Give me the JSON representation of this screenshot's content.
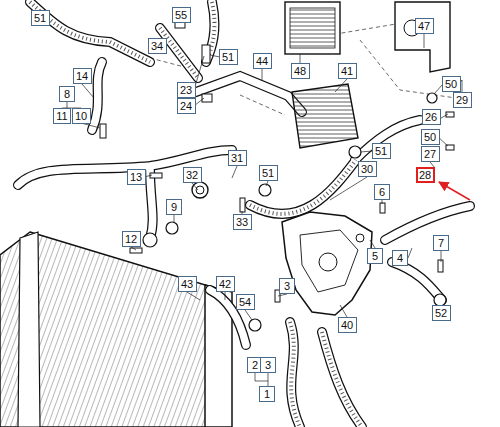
{
  "diagram": {
    "nodes": [
      {
        "text": [
          "51"
        ]
      },
      {
        "text": [
          "55"
        ]
      },
      {
        "text": [
          "34"
        ]
      },
      {
        "text": [
          "51"
        ]
      },
      {
        "text": [
          "14"
        ]
      },
      {
        "text": [
          "8"
        ]
      },
      {
        "text": [
          "11"
        ]
      },
      {
        "text": [
          "10"
        ]
      },
      {
        "text": [
          "23"
        ]
      },
      {
        "text": [
          "24"
        ]
      },
      {
        "text": [
          "44"
        ]
      },
      {
        "text": [
          "48"
        ]
      },
      {
        "text": [
          "41"
        ]
      },
      {
        "text": [
          "47"
        ]
      },
      {
        "text": [
          "50"
        ]
      },
      {
        "text": [
          "29"
        ]
      },
      {
        "text": [
          "26"
        ]
      },
      {
        "text": [
          "50"
        ]
      },
      {
        "text": [
          "27"
        ]
      },
      {
        "text": [
          "28"
        ]
      },
      {
        "text": [
          "13"
        ]
      },
      {
        "text": [
          "32"
        ]
      },
      {
        "text": [
          "31"
        ]
      },
      {
        "text": [
          "51"
        ]
      },
      {
        "text": [
          "33"
        ]
      },
      {
        "text": [
          "30"
        ]
      },
      {
        "text": [
          "51"
        ]
      },
      {
        "text": [
          "6"
        ]
      },
      {
        "text": [
          "9"
        ]
      },
      {
        "text": [
          "12"
        ]
      },
      {
        "text": [
          "5"
        ]
      },
      {
        "text": [
          "4"
        ]
      },
      {
        "text": [
          "7"
        ]
      },
      {
        "text": [
          "42"
        ]
      },
      {
        "text": [
          "3"
        ]
      },
      {
        "text": [
          "54"
        ]
      },
      {
        "text": [
          "40"
        ]
      },
      {
        "text": [
          "43"
        ]
      },
      {
        "text": [
          "52"
        ]
      },
      {
        "text": [
          "2"
        ]
      },
      {
        "text": [
          "3"
        ]
      },
      {
        "text": [
          "1"
        ]
      }
    ]
  }
}
